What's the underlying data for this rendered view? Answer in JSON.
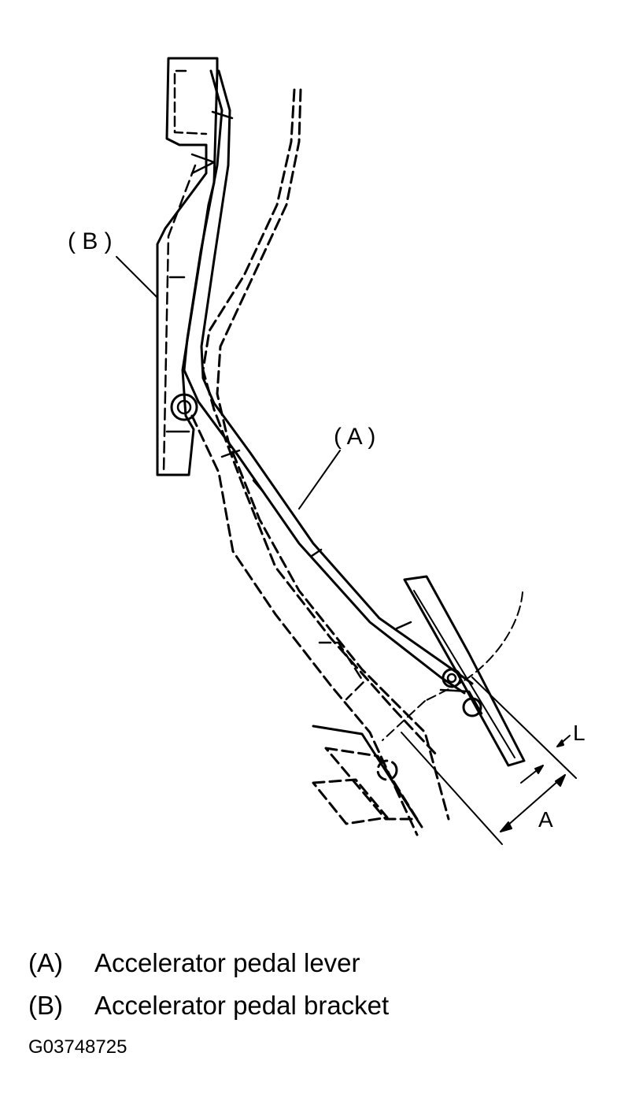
{
  "diagram": {
    "callouts": {
      "a": "( A )",
      "b": "( B )"
    },
    "dimensions": {
      "l": "L",
      "a": "A"
    }
  },
  "legend": [
    {
      "key": "(A)",
      "text": "Accelerator pedal lever"
    },
    {
      "key": "(B)",
      "text": "Accelerator pedal bracket"
    }
  ],
  "figure_id": "G03748725"
}
